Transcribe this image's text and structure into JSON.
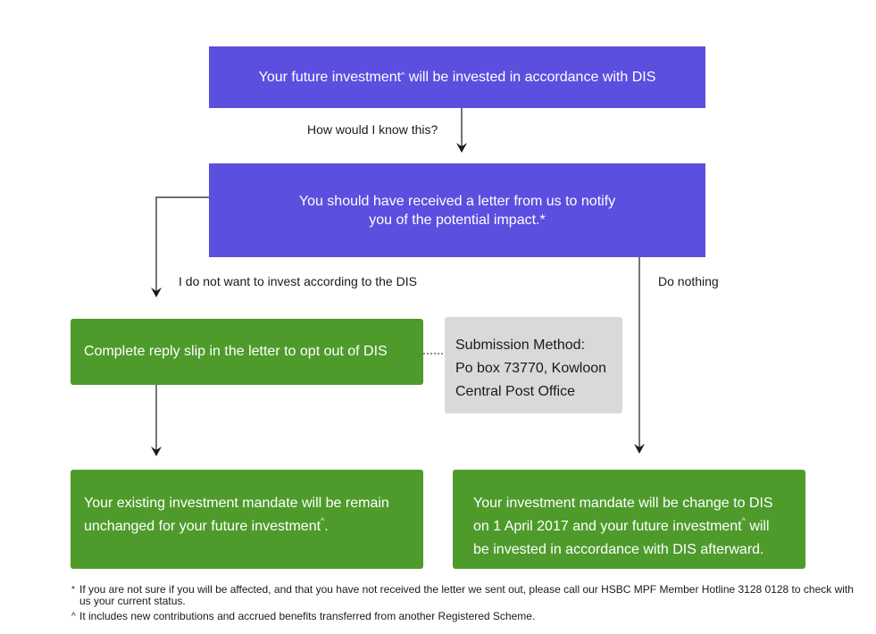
{
  "boxes": {
    "top": {
      "text_before": "Your future investment",
      "sup": "^",
      "text_after": " will be invested in accordance with DIS"
    },
    "letter": {
      "text": "You should have received a letter from us to notify you of the potential impact.*"
    },
    "optout": {
      "text": "Complete reply slip in the letter to opt out of DIS"
    },
    "submission": {
      "line1": "Submission Method:",
      "line2": "Po box 73770, Kowloon",
      "line3": "Central Post Office"
    },
    "unchanged": {
      "text_before": "Your existing investment mandate will be remain unchanged for your future investment",
      "sup": "^",
      "text_after": "."
    },
    "dis": {
      "text_before": "Your investment mandate will be change to DIS on 1 April 2017 and your future investment",
      "sup": "^",
      "text_after": " will be invested in accordance with DIS afterward."
    }
  },
  "labels": {
    "how": "How would I know this?",
    "optout": "I do not want to invest according to the DIS",
    "nothing": "Do nothing"
  },
  "footnotes": [
    {
      "mark": "*",
      "text": "If you are not sure if you will be affected, and that you have not received the letter we sent out, please call our HSBC MPF Member Hotline 3128 0128 to check with us your current status."
    },
    {
      "mark": "^",
      "text": "It includes new contributions and accrued benefits transferred from another Registered Scheme."
    }
  ],
  "colors": {
    "purple": "#5b4fe0",
    "green": "#4e9b2c",
    "grey": "#d9d9d9",
    "line": "#1a1a1a"
  }
}
